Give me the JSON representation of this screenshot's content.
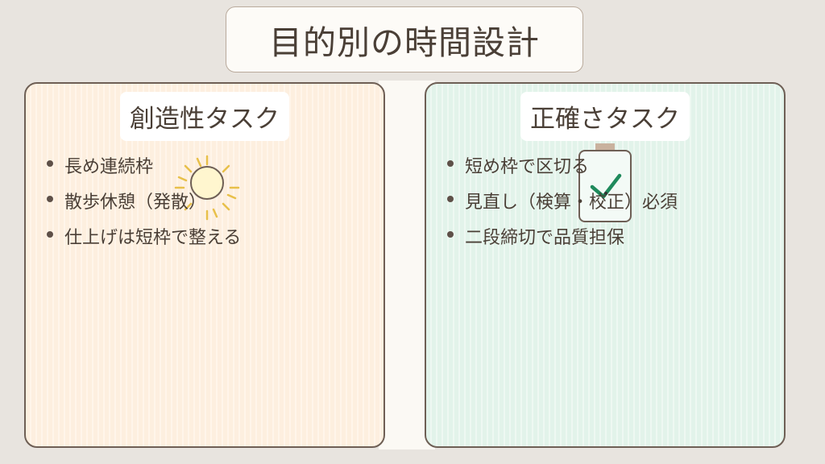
{
  "title": "目的別の時間設計",
  "panels": [
    {
      "title": "創造性タスク",
      "items": [
        "長め連続枠",
        "散歩休憩（発散）",
        "仕上げは短枠で整える"
      ],
      "icon": "sun-icon",
      "bg": "#fdefdf"
    },
    {
      "title": "正確さタスク",
      "items": [
        "短め枠で区切る",
        "見直し（検算・校正）必須",
        "二段締切で品質担保"
      ],
      "icon": "clipboard-check-icon",
      "bg": "#e2f3ea"
    }
  ],
  "colors": {
    "check": "#1f8a5c",
    "sun": "#e8c04a"
  }
}
